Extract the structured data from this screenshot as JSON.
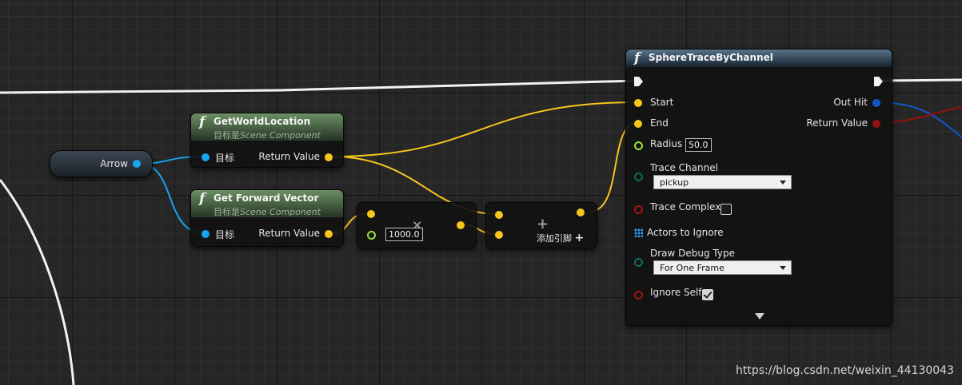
{
  "nodes": {
    "arrow": {
      "label": "Arrow"
    },
    "get_world_location": {
      "title": "GetWorldLocation",
      "subtitle_prefix": "目标是",
      "subtitle_target": "Scene Component",
      "target_label": "目标",
      "return_label": "Return Value"
    },
    "get_forward_vector": {
      "title": "Get Forward Vector",
      "subtitle_prefix": "目标是",
      "subtitle_target": "Scene Component",
      "target_label": "目标",
      "return_label": "Return Value"
    },
    "multiply": {
      "glyph": "×",
      "value": "1000.0"
    },
    "add": {
      "glyph": "+",
      "add_pin_label": "添加引脚",
      "add_pin_glyph": "+"
    },
    "sphere_trace": {
      "title": "SphereTraceByChannel",
      "start_label": "Start",
      "end_label": "End",
      "radius_label": "Radius",
      "radius_value": "50.0",
      "trace_channel_label": "Trace Channel",
      "trace_channel_value": "pickup",
      "trace_complex_label": "Trace Complex",
      "trace_complex_checked": false,
      "actors_to_ignore_label": "Actors to Ignore",
      "draw_debug_label": "Draw Debug Type",
      "draw_debug_value": "For One Frame",
      "ignore_self_label": "Ignore Self",
      "ignore_self_checked": true,
      "out_hit_label": "Out Hit",
      "return_value_label": "Return Value"
    }
  },
  "pin_colors": {
    "vector": "#f7c61d",
    "object": "#19a3f0",
    "hit_result": "#1156c9",
    "bool": "#94120f",
    "float": "#9be03b",
    "exec": "#f2f2f2"
  },
  "watermark": "https://blog.csdn.net/weixin_44130043"
}
